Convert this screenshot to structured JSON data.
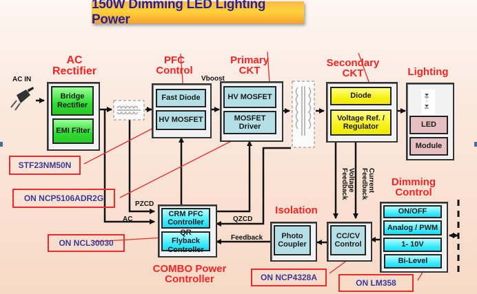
{
  "title": "150W Dimming LED Lighting Power",
  "ac_in": {
    "label": "AC IN",
    "icon": "power-plug-icon"
  },
  "sections": {
    "ac_rectifier": {
      "label_line1": "AC",
      "label_line2": "Rectifier",
      "blocks": [
        "Bridge Rectifier",
        "EMI Filter"
      ]
    },
    "pfc_control": {
      "label_line1": "PFC",
      "label_line2": "Control",
      "blocks": [
        "Fast Diode",
        "HV MOSFET"
      ]
    },
    "primary_ckt": {
      "label_line1": "Primary",
      "label_line2": "CKT",
      "blocks": [
        "HV MOSFET",
        "MOSFET Driver"
      ]
    },
    "secondary_ckt": {
      "label_line1": "Secondary",
      "label_line2": "CKT",
      "blocks": [
        "Diode",
        "Voltage Ref. / Regulator"
      ]
    },
    "lighting": {
      "label": "Lighting",
      "blocks": [
        "LED",
        "Module"
      ],
      "icon": "led-diode-icon"
    },
    "dimming_control": {
      "label_line1": "Dimming",
      "label_line2": "Control",
      "blocks": [
        "ON/OFF",
        "Analog / PWM",
        "1- 10V",
        "Bi-Level"
      ]
    },
    "isolation": {
      "label": "Isolation",
      "blocks": [
        "Photo Coupler"
      ]
    },
    "cc_cv": {
      "blocks": [
        "CC/CV Control"
      ]
    },
    "combo": {
      "label_line1": "COMBO Power",
      "label_line2": "Controller",
      "blocks": [
        "CRM PFC Controller",
        "QR Flyback Controller"
      ]
    }
  },
  "signals": {
    "vboost": "Vboost",
    "pzcd": "PZCD",
    "ac": "AC",
    "qzcd": "QZCD",
    "feedback": "Feedback",
    "voltage_feedback": "Voltage Feedback",
    "current_feedback": "Current Feedback"
  },
  "parts": {
    "stf23nm50n": "STF23NM50N",
    "ncp5106": "ON NCP5106ADR2G",
    "ncl30030": "ON NCL30030",
    "ncp4328a": "ON NCP4328A",
    "lm358": "ON LM358"
  },
  "colors": {
    "section_label": "#ff2222",
    "part_text": "#3a3a9a",
    "part_border": "#ee2a2a",
    "title_text": "#2a1f9a"
  }
}
